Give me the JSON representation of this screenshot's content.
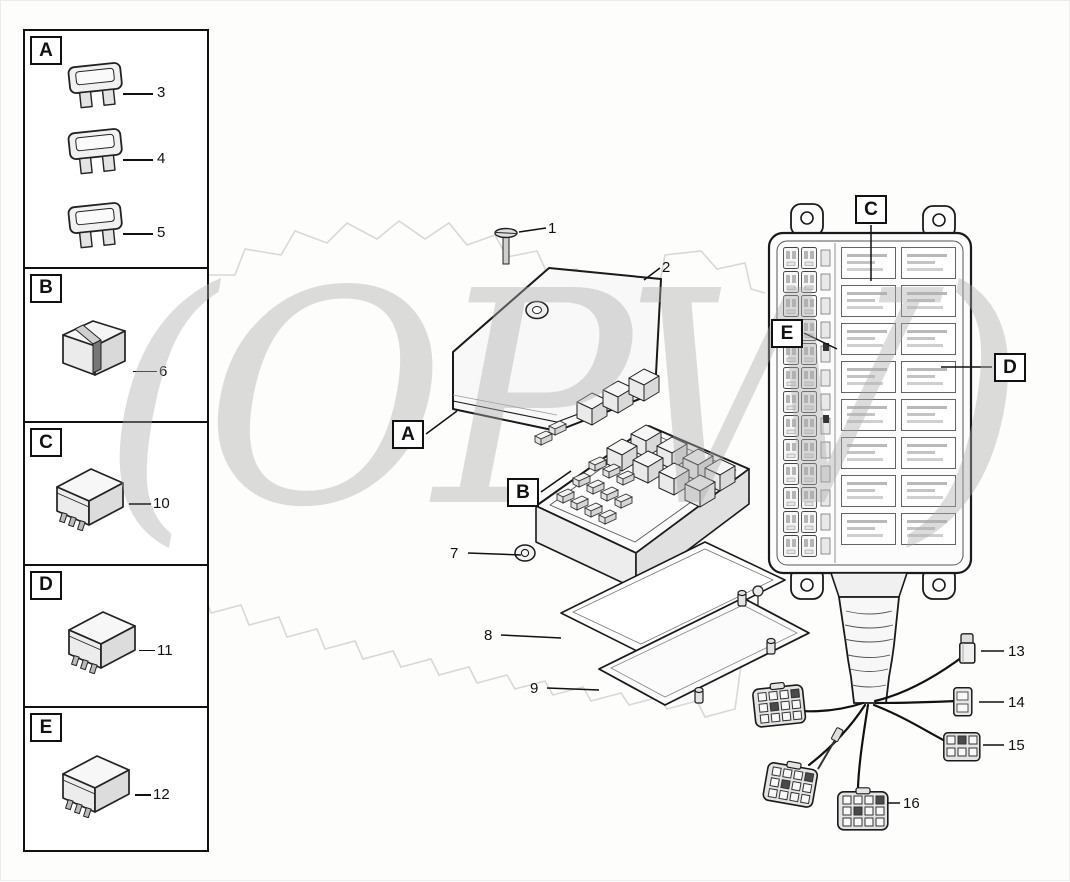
{
  "watermark": {
    "text": "(OPW)"
  },
  "sidebar": {
    "panels": [
      {
        "letter": "A",
        "items": [
          "3",
          "4",
          "5"
        ]
      },
      {
        "letter": "B",
        "items": [
          "6"
        ]
      },
      {
        "letter": "C",
        "items": [
          "10"
        ]
      },
      {
        "letter": "D",
        "items": [
          "11"
        ]
      },
      {
        "letter": "E",
        "items": [
          "12"
        ]
      }
    ]
  },
  "main": {
    "callouts": {
      "screw": "1",
      "cover": "2",
      "fuse_box": "7",
      "gasket": "8",
      "base_cover": "9"
    },
    "section_labels": {
      "a": "A",
      "b": "B"
    }
  },
  "panel": {
    "section_labels": {
      "c": "C",
      "d": "D",
      "e": "E"
    }
  },
  "harness": {
    "callouts": {
      "c13": "13",
      "c14": "14",
      "c15": "15",
      "c16": "16"
    }
  }
}
